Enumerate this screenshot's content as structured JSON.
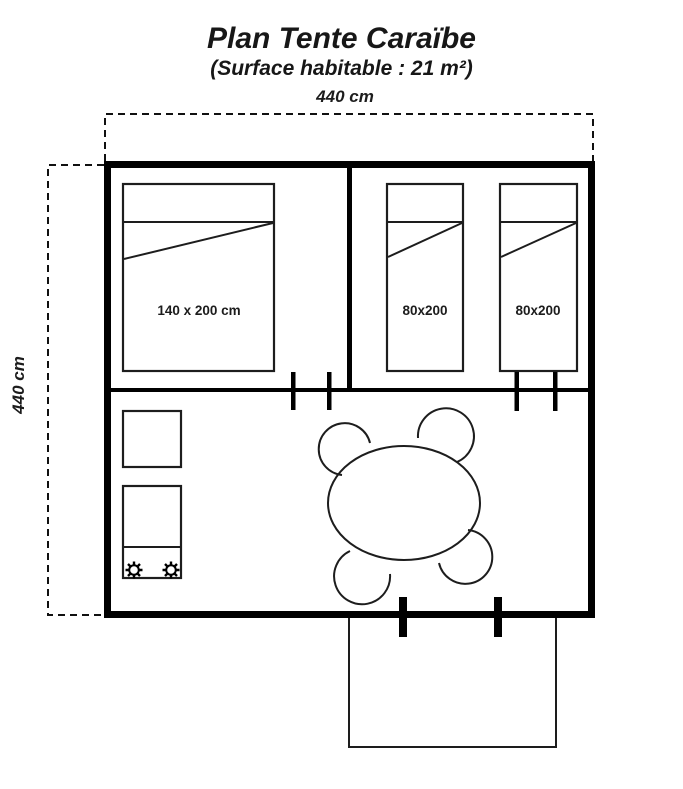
{
  "header": {
    "title": "Plan Tente Caraïbe",
    "subtitle": "(Surface habitable : 21 m²)"
  },
  "dimensions": {
    "top_width": "440 cm",
    "left_height": "440 cm"
  },
  "furniture": {
    "double_bed_label": "140 x 200 cm",
    "single_bed_1_label": "80x200",
    "single_bed_2_label": "80x200"
  },
  "icons": {
    "burner": "☼"
  },
  "colors": {
    "wall": "#000000",
    "line": "#1d1d1d",
    "text": "#171717",
    "background": "#ffffff"
  }
}
